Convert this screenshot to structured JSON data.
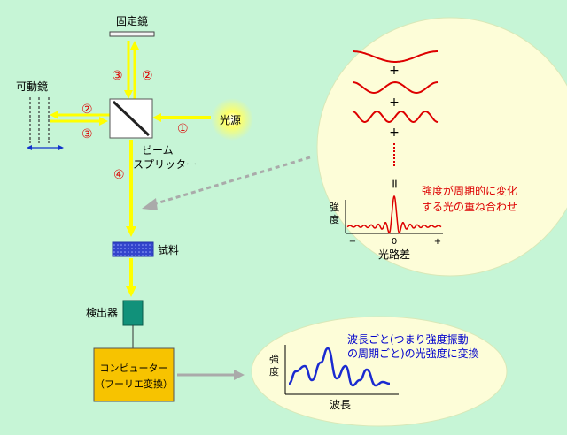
{
  "labels": {
    "fixed_mirror": "固定鏡",
    "movable_mirror": "可動鏡",
    "light_source": "光源",
    "beam_splitter_1": "ビーム",
    "beam_splitter_2": "スプリッター",
    "sample": "試料",
    "detector": "検出器",
    "computer_1": "コンピューター",
    "computer_2": "（フーリエ変換）"
  },
  "paths": {
    "p1": "①",
    "p2a": "②",
    "p2b": "②",
    "p3a": "③",
    "p3b": "③",
    "p4": "④"
  },
  "interferogram": {
    "plus_1": "+",
    "plus_2": "+",
    "plus_3": "+",
    "equals": "=",
    "ylabel_1": "強",
    "ylabel_2": "度",
    "tick_minus": "−",
    "tick_zero": "0",
    "tick_plus": "+",
    "xlabel": "光路差",
    "note_1": "強度が周期的に変化",
    "note_2": "する光の重ね合わせ"
  },
  "spectrum": {
    "note_1": "波長ごと(つまり強度振動",
    "note_2": "の周期ごと)の光強度に変換",
    "ylabel_1": "強",
    "ylabel_2": "度",
    "xlabel": "波長"
  },
  "colors": {
    "background": "#c6f5d6",
    "bubble": "#fdfdd8",
    "beam": "#ffff00",
    "wave": "#dd0000",
    "note_red": "#dd0000",
    "note_blue": "#0000cc",
    "spectrum_line": "#1a2ad0",
    "computer": "#f7c300",
    "detector": "#11917a",
    "sample": "#3344cc"
  }
}
